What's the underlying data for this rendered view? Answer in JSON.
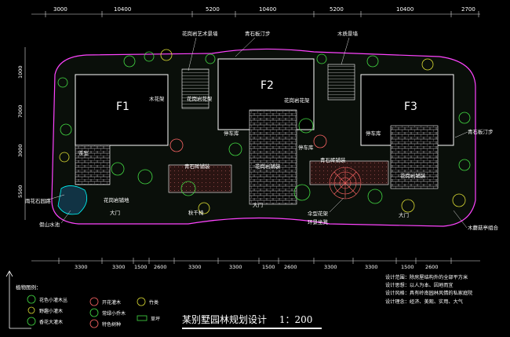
{
  "title": {
    "name": "某别墅园林规划设计",
    "scale": "1：200"
  },
  "dimensions": {
    "top": [
      "3000",
      "10400",
      "5200",
      "10400",
      "5200",
      "10400",
      "2700"
    ],
    "bottom": [
      "3300",
      "3300",
      "1500",
      "2600",
      "3300",
      "3300",
      "1500",
      "2600",
      "3300",
      "3300",
      "1500",
      "2600"
    ],
    "left": [
      "1000",
      "7000",
      "3000",
      "5500"
    ]
  },
  "buildings": {
    "f1": "F1",
    "f2": "F2",
    "f3": "F3"
  },
  "labels": {
    "l1": "花岗岩艺术景墙",
    "l2": "青石板汀步",
    "l3": "木质景墙",
    "l4": "木花架",
    "l5": "花岗岩花架",
    "l6": "花岗岩花架",
    "l7": "停车库",
    "l8": "停车库",
    "l9": "停车库",
    "l10": "茶室",
    "l11": "青石板汀步",
    "l12": "雨花石园路",
    "l13": "花岗岩铺地",
    "l14": "假山水池",
    "l15": "大门",
    "l16": "大门",
    "l17": "大门",
    "l18": "秋千椅",
    "l19": "青石砖铺装",
    "l20": "花岗岩铺装",
    "l21": "青石砖铺装",
    "l22": "花岗岩铺装",
    "l23": "伞型花架",
    "l24": "环景坐凳",
    "l25": "木蘑菇亭组合"
  },
  "legend": {
    "title": "植物图例：",
    "items": [
      "花色小灌木丛",
      "野趣小灌木",
      "香花大灌木",
      "开花灌木",
      "常绿小乔木",
      "特色树种",
      "竹类",
      "草坪"
    ]
  },
  "notes": [
    "设计范围：除房屋结构外的全部平方米",
    "设计思想：以人为本、因地而宜",
    "设计风格：具有岭南园林风情的私家庭院",
    "设计理念：经济、美观、实用、大气"
  ],
  "colors": {
    "line": "#ffffff",
    "green": "#33cc33",
    "magenta": "#ff33ff",
    "cyan": "#00ffff",
    "yellow": "#ffff00",
    "red": "#ff3333"
  }
}
